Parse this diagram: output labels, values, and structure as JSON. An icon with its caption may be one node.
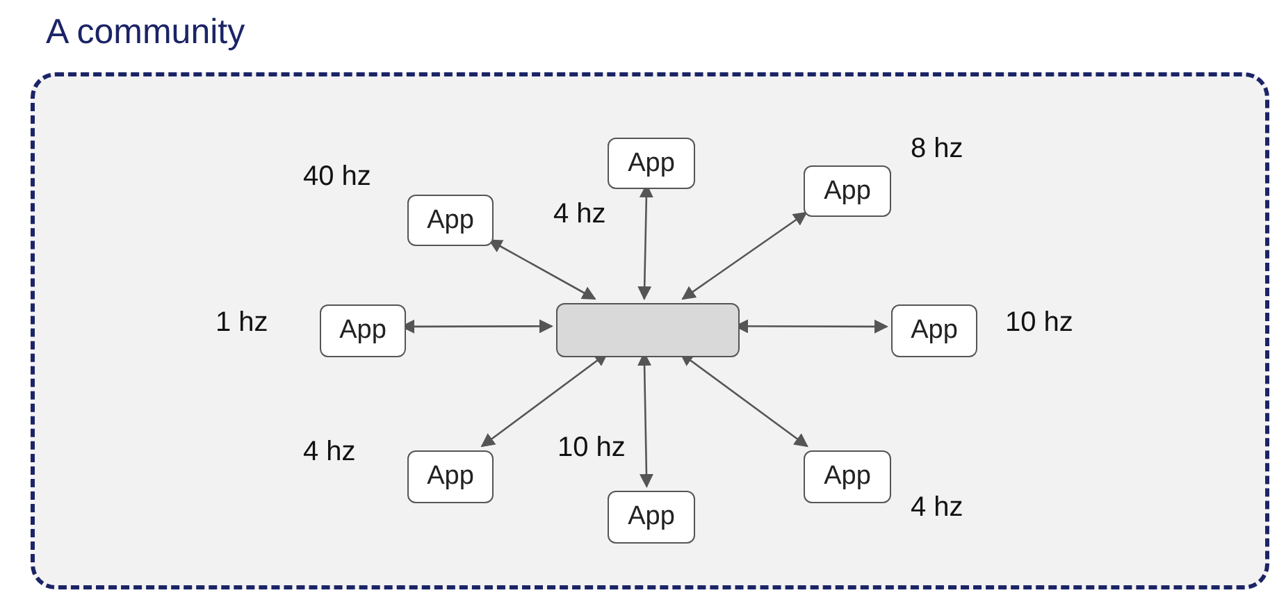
{
  "diagram": {
    "nodes": [
      {
        "text": [
          "A community"
        ]
      },
      {
        "text": [
          "App"
        ],
        "in": 0,
        "beside": [
          "4 hz"
        ]
      },
      {
        "text": [
          "App"
        ],
        "in": 0,
        "beside": [
          "40 hz"
        ]
      },
      {
        "text": [
          "App"
        ],
        "in": 0,
        "beside": [
          "8 hz"
        ]
      },
      {
        "text": [
          "App"
        ],
        "in": 0,
        "beside": [
          "1 hz"
        ]
      },
      {
        "text": [],
        "shape": "box",
        "in": 0
      },
      {
        "text": [
          "App"
        ],
        "in": 0,
        "beside": [
          "10 hz"
        ]
      },
      {
        "text": [
          "App"
        ],
        "in": 0,
        "beside": [
          "4 hz"
        ]
      },
      {
        "text": [
          "App"
        ],
        "in": 0,
        "beside": [
          "10 hz"
        ]
      },
      {
        "text": [
          "App"
        ],
        "in": 0,
        "beside": [
          "4 hz"
        ]
      }
    ],
    "edges": [
      {
        "from": 5,
        "to": 1,
        "arrow": "both"
      },
      {
        "from": 5,
        "to": 2,
        "arrow": "both"
      },
      {
        "from": 5,
        "to": 3,
        "arrow": "both"
      },
      {
        "from": 5,
        "to": 4,
        "arrow": "both"
      },
      {
        "from": 5,
        "to": 6,
        "arrow": "both"
      },
      {
        "from": 5,
        "to": 7,
        "arrow": "both"
      },
      {
        "from": 5,
        "to": 8,
        "arrow": "both"
      },
      {
        "from": 5,
        "to": 9,
        "arrow": "both"
      }
    ]
  }
}
